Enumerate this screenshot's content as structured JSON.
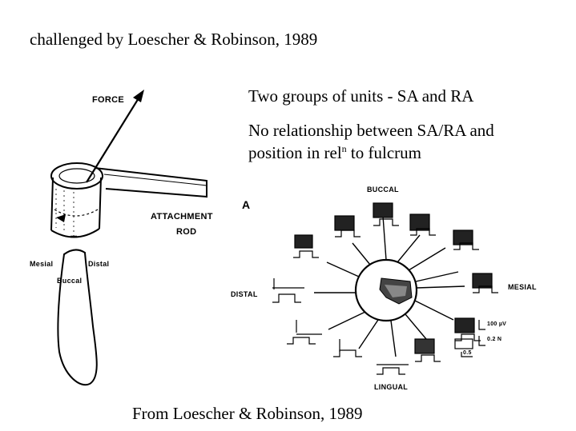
{
  "slide": {
    "title": "challenged by Loescher & Robinson, 1989",
    "bullet1": "Two groups of units - SA and RA",
    "bullet2_line1": "No relationship between SA/RA and",
    "bullet2_line2_pre": "position in rel",
    "bullet2_sup": "n",
    "bullet2_line2_post": " to fulcrum",
    "caption": "From Loescher & Robinson, 1989"
  },
  "figure": {
    "tooth": {
      "force": "FORCE",
      "attachment": "ATTACHMENT",
      "rod": "ROD",
      "mesial": "Mesial",
      "distal": "Distal",
      "buccal": "Buccal"
    },
    "polar": {
      "panel": "A",
      "buccal": "BUCCAL",
      "mesial": "MESIAL",
      "distal": "DISTAL",
      "lingual": "LINGUAL",
      "scale1": "100 µV",
      "scale2": "0.2 N",
      "scale3": "0.5"
    }
  }
}
